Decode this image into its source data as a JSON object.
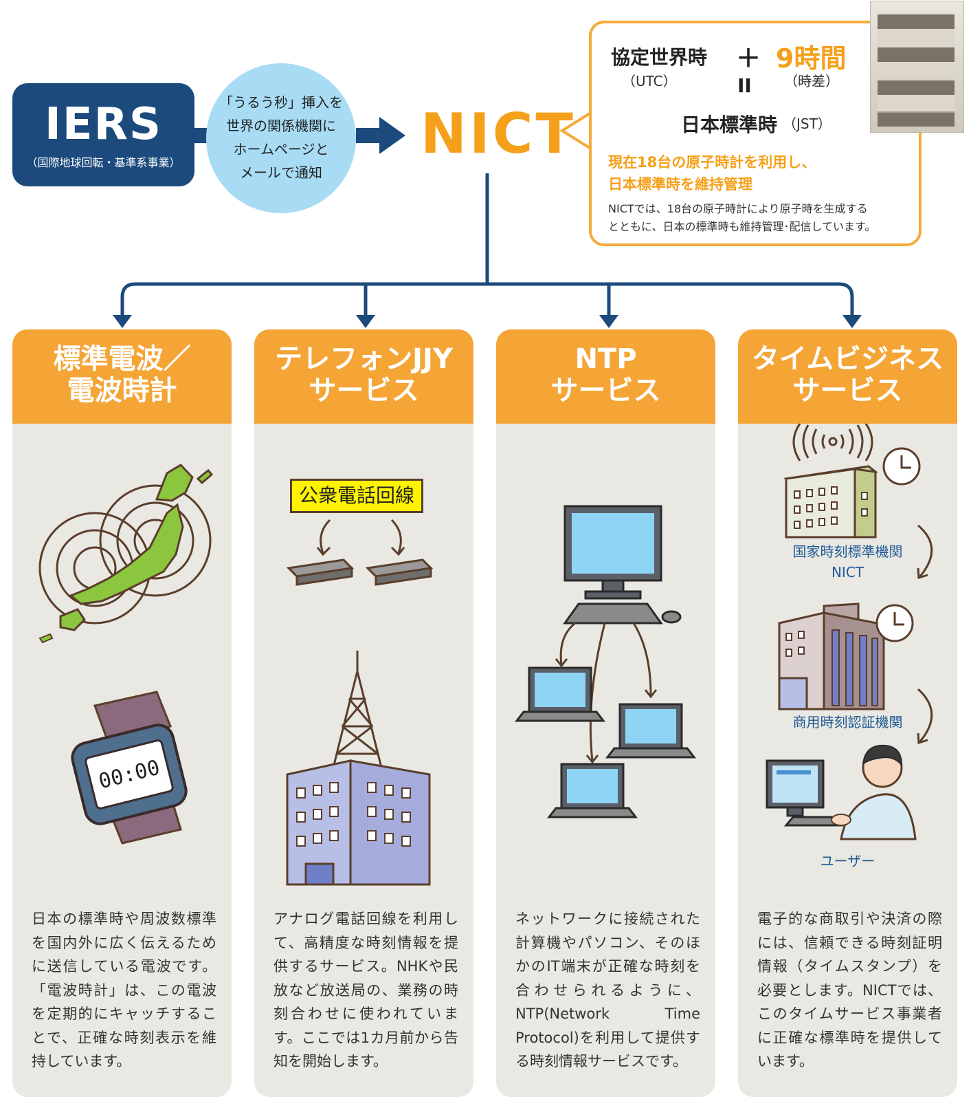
{
  "iers": {
    "name": "IERS",
    "subtitle": "（国際地球回転・基準系事業）"
  },
  "bubble": {
    "lines": [
      "「うるう秒」挿入を",
      "世界の関係機関に",
      "ホームページと",
      "メールで通知"
    ]
  },
  "nict": "NICT",
  "info": {
    "utc_label": "協定世界時",
    "utc_abbr": "（UTC）",
    "plus": "＋",
    "offset": "9時間",
    "offset_note": "（時差）",
    "equals": "II",
    "jst_label": "日本標準時",
    "jst_abbr": "（JST）",
    "highlight_line1": "現在18台の原子時計を利用し、",
    "highlight_line2": "日本標準時を維持管理",
    "desc_line1": "NICTでは、18台の原子時計により原子時を生成する",
    "desc_line2": "とともに、日本の標準時も維持管理･配信しています。"
  },
  "columns": [
    {
      "title_line1": "標準電波／",
      "title_line2": "電波時計",
      "watch_display": "00:00",
      "description": "日本の標準時や周波数標準を国内外に広く伝えるために送信している電波です。「電波時計」は、この電波を定期的にキャッチすることで、正確な時刻表示を維持しています。"
    },
    {
      "title_line1": "テレフォンJJY",
      "title_line2": "サービス",
      "phone_line_label": "公衆電話回線",
      "description": "アナログ電話回線を利用して、高精度な時刻情報を提供するサービス。NHKや民放など放送局の、業務の時刻合わせに使われています。ここでは1カ月前から告知を開始します。"
    },
    {
      "title_line1": "NTP",
      "title_line2": "サービス",
      "description": "ネットワークに接続された計算機やパソコン、そのほかのIT端末が正確な時刻を合わせられるように、NTP(Network Time Protocol)を利用して提供する時刻情報サービスです。"
    },
    {
      "title_line1": "タイムビジネス",
      "title_line2": "サービス",
      "label_national_line1": "国家時刻標準機関",
      "label_national_line2": "NICT",
      "label_commercial": "商用時刻認証機関",
      "label_user": "ユーザー",
      "description": "電子的な商取引や決済の際には、信頼できる時刻証明情報（タイムスタンプ）を必要とします。NICTでは、このタイムサービス事業者に正確な標準時を提供しています。"
    }
  ],
  "colors": {
    "navy": "#1c4a7c",
    "orange": "#f5a436",
    "nict_orange": "#f5a01a",
    "light_blue": "#a8dcf4",
    "column_bg": "#e9e8e2",
    "label_blue": "#1f5a96"
  }
}
